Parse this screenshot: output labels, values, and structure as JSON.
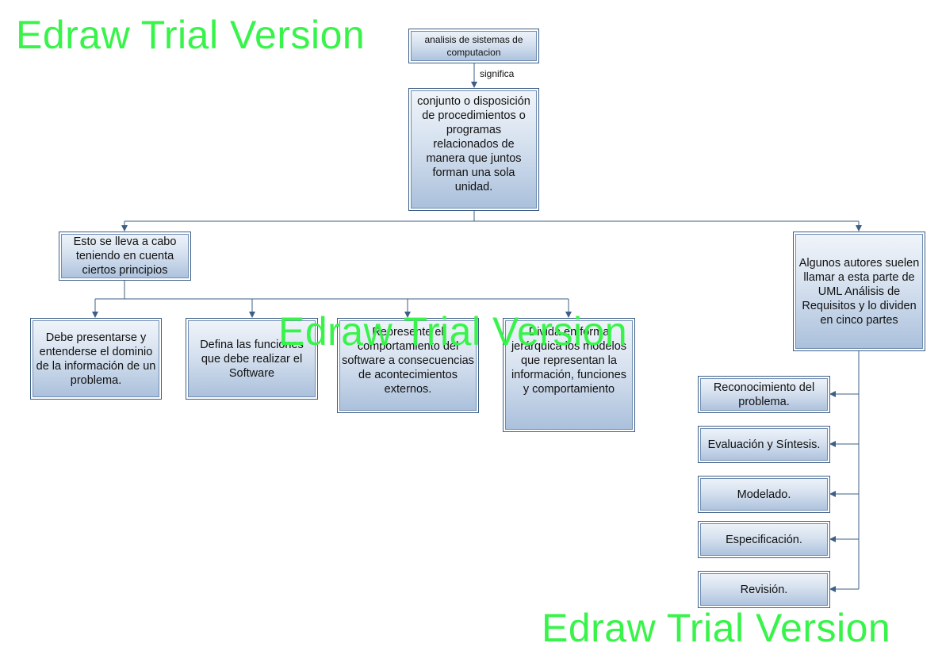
{
  "nodes": {
    "root": "analisis de sistemas de computacion",
    "definition": "conjunto o disposición de procedimientos o programas relacionados de manera que juntos forman una sola unidad.",
    "principles": "Esto se lleva a cabo teniendo en cuenta ciertos principios",
    "authors": "Algunos autores suelen llamar a esta parte de UML Análisis de Requisitos y lo dividen en cinco partes",
    "p1": "Debe presentarse y entenderse el dominio de la información de un problema.",
    "p2": "Defina las funciones que debe realizar el Software",
    "p3": "Represente el comportamiento del software a consecuencias de acontecimientos externos.",
    "p4": "Divida en forma jerárquica los modelos que representan la información, funciones y comportamiento",
    "r1": "Reconocimiento del problema.",
    "r2": "Evaluación y Síntesis.",
    "r3": "Modelado.",
    "r4": "Especificación.",
    "r5": "Revisión."
  },
  "edge_labels": {
    "root_to_definition": "significa"
  },
  "watermark": "Edraw Trial Version",
  "colors": {
    "line": "#3d5f86",
    "watermark": "#38f44a"
  }
}
